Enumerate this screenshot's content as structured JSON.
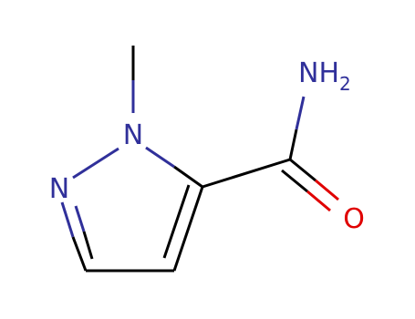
{
  "colors": {
    "carbon_bond": "#000000",
    "nitrogen": "#30309a",
    "oxygen": "#e00000"
  },
  "atoms": {
    "n1_label": "N",
    "n2_label": "N",
    "amide_n_label": "NH",
    "amide_h_subscript": "2",
    "o_label": "O"
  }
}
